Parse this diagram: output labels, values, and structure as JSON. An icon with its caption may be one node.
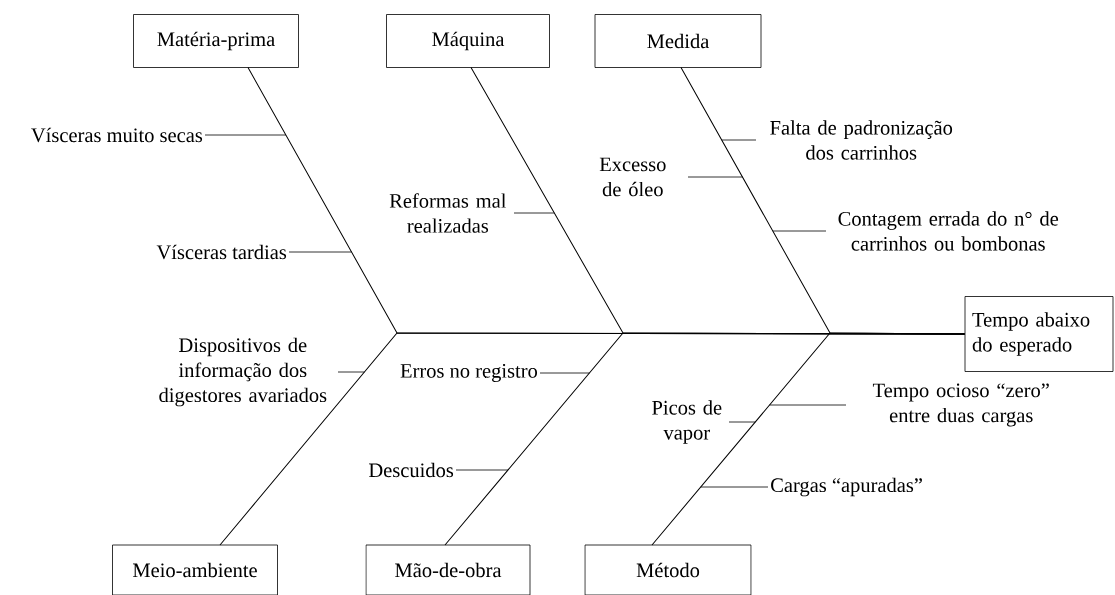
{
  "diagram": {
    "nodes": [
      {
        "text": [
          "Matéria-prima"
        ]
      },
      {
        "text": [
          "Máquina"
        ]
      },
      {
        "text": [
          "Medida"
        ]
      },
      {
        "text": [
          "Meio-ambiente"
        ]
      },
      {
        "text": [
          "Mão-de-obra"
        ]
      },
      {
        "text": [
          "Método"
        ]
      },
      {
        "text": [
          "Tempo abaixo do esperado"
        ]
      },
      {
        "text": [
          "Vísceras muito secas"
        ]
      },
      {
        "text": [
          "Vísceras tardias"
        ]
      },
      {
        "text": [
          "Reformas mal realizadas"
        ]
      },
      {
        "text": [
          "Excesso de óleo"
        ]
      },
      {
        "text": [
          "Falta de padronização dos carrinhos"
        ]
      },
      {
        "text": [
          "Contagem errada do n° de carrinhos ou bombonas"
        ]
      },
      {
        "text": [
          "Dispositivos de informação dos digestores avariados"
        ]
      },
      {
        "text": [
          "Erros no registro"
        ]
      },
      {
        "text": [
          "Descuidos"
        ]
      },
      {
        "text": [
          "Tempo ocioso “zero” entre duas cargas"
        ]
      },
      {
        "text": [
          "Picos de vapor"
        ]
      },
      {
        "text": [
          "Cargas “apuradas”"
        ]
      }
    ],
    "edges": [
      {
        "from": 0,
        "to": 6,
        "arrow": "none"
      },
      {
        "from": 1,
        "to": 6,
        "arrow": "none"
      },
      {
        "from": 2,
        "to": 6,
        "arrow": "none"
      },
      {
        "from": 3,
        "to": 6,
        "arrow": "none"
      },
      {
        "from": 4,
        "to": 6,
        "arrow": "none"
      },
      {
        "from": 5,
        "to": 6,
        "arrow": "none"
      },
      {
        "from": 7,
        "to": null,
        "arrow": "none"
      },
      {
        "from": 8,
        "to": null,
        "arrow": "none"
      },
      {
        "from": 9,
        "to": null,
        "arrow": "none"
      },
      {
        "from": 10,
        "to": null,
        "arrow": "none"
      },
      {
        "from": 11,
        "to": null,
        "arrow": "none"
      },
      {
        "from": 12,
        "to": null,
        "arrow": "none"
      },
      {
        "from": 13,
        "to": null,
        "arrow": "none"
      },
      {
        "from": 14,
        "to": null,
        "arrow": "none"
      },
      {
        "from": 15,
        "to": null,
        "arrow": "none"
      },
      {
        "from": 16,
        "to": null,
        "arrow": "none"
      },
      {
        "from": 17,
        "to": null,
        "arrow": "none"
      },
      {
        "from": 18,
        "to": null,
        "arrow": "none"
      }
    ]
  }
}
